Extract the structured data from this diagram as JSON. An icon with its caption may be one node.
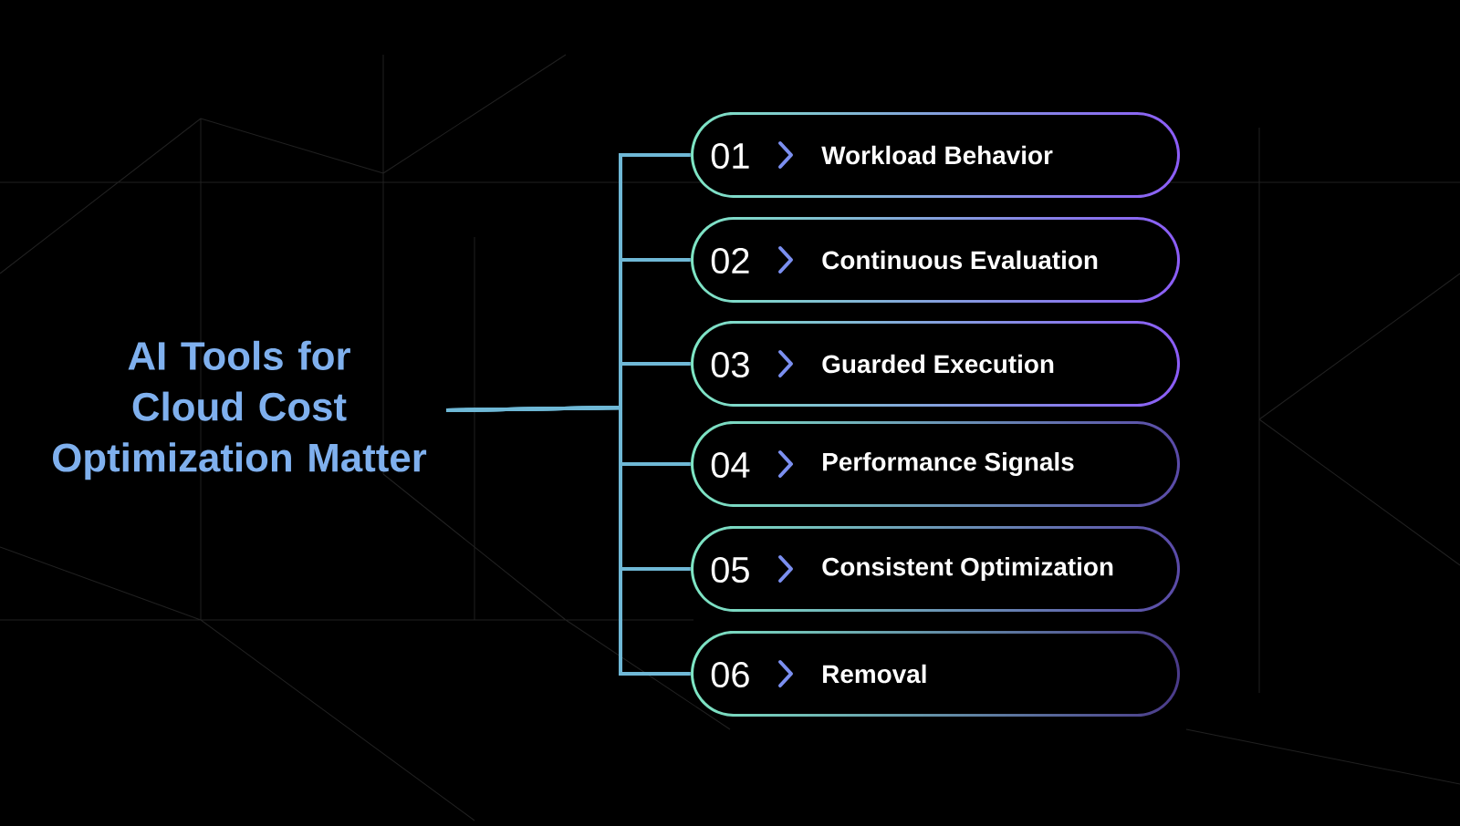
{
  "diagram": {
    "nodes": [
      {
        "text": [
          "AI Tools for Cloud Cost Optimization Matter"
        ]
      },
      {
        "text": [
          "01",
          "Workload Behavior"
        ]
      },
      {
        "text": [
          "02",
          "Continuous Evaluation"
        ]
      },
      {
        "text": [
          "03",
          "Guarded Execution"
        ]
      },
      {
        "text": [
          "04",
          "Performance Signals"
        ]
      },
      {
        "text": [
          "05",
          "Consistent Optimization"
        ]
      },
      {
        "text": [
          "06",
          "Removal"
        ]
      }
    ],
    "edges": [
      {
        "from": 0,
        "to": 1,
        "arrow": "none"
      },
      {
        "from": 0,
        "to": 2,
        "arrow": "none"
      },
      {
        "from": 0,
        "to": 3,
        "arrow": "none"
      },
      {
        "from": 0,
        "to": 4,
        "arrow": "none"
      },
      {
        "from": 0,
        "to": 5,
        "arrow": "none"
      },
      {
        "from": 0,
        "to": 6,
        "arrow": "none"
      }
    ]
  }
}
